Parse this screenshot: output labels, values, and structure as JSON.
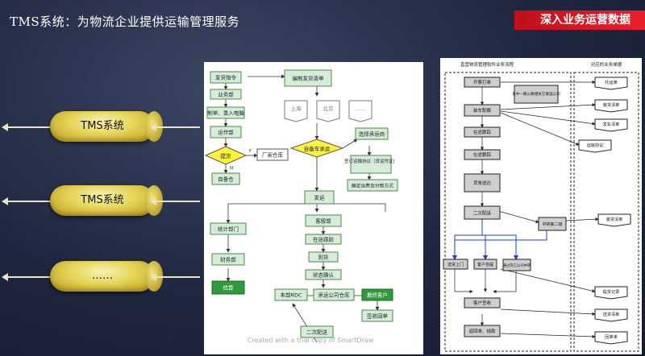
{
  "header": {
    "title": "TMS系统：为物流企业提供运输管理服务",
    "banner": "深入业务运营数据"
  },
  "pills": [
    {
      "label": "TMS系统"
    },
    {
      "label": "TMS系统"
    },
    {
      "label": "……"
    }
  ],
  "flow1": {
    "n1": "发货指令",
    "n2": "业务部",
    "n3": "制单、录入电脑",
    "n4": "运作部",
    "n5": "提货",
    "n6": "自备仓",
    "n7": "厂家仓库",
    "n8": "编制发货清单",
    "n9": "上海",
    "n10": "北京",
    "n11": "……",
    "n12": "自备车承运",
    "n13": "选择承运商",
    "n14": "签订运输协议（货运凭证）",
    "n15": "确定运费及付款方式",
    "n16": "发运",
    "n17": "统计部门",
    "n18": "财务部",
    "n19": "结算",
    "n20": "客服部",
    "n21": "在途跟踪",
    "n22": "到货",
    "n23": "状态确认",
    "n24": "本部RDC",
    "n25": "承运公司仓库",
    "n26": "最终客户",
    "n27": "签收回单",
    "n28": "二次配送",
    "y": "Y",
    "n": "N",
    "watermark": "Created with a trial copy of SmartDraw"
  },
  "flow2": {
    "h1": "直营物流管理软件业务流程",
    "h2": "对应的业务单据",
    "s1": "开票打单",
    "s2": "装车配载",
    "s3": "在途跟踪",
    "s4": "在途跟踪",
    "s5": "货单送达",
    "s6": "二次配送",
    "s7": "中转第二级",
    "s8": "送货上门",
    "s9": "客户自提",
    "s10": "通过其它公司中转",
    "s11": "客户签收",
    "s12": "返回单、结款",
    "side": "某中一路公路相关它联运公司",
    "d1": "托运单",
    "d2": "装货清单",
    "d3": "发车清单",
    "d4": "运输协议",
    "d5": "装货清单",
    "d6": "提货记录",
    "d7": "送货清单",
    "d8": "回单单"
  }
}
